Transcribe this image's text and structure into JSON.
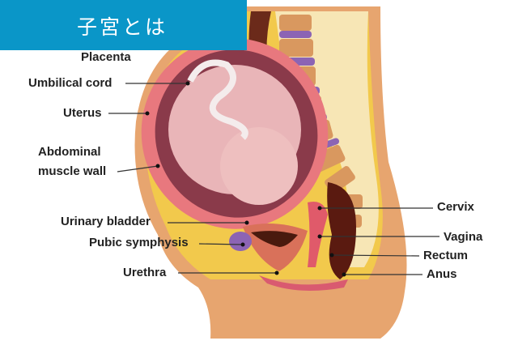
{
  "header": {
    "title": "子宮とは",
    "color": "#0a96c8"
  },
  "labels": {
    "placenta": "Placenta",
    "umbilical_cord": "Umbilical cord",
    "uterus": "Uterus",
    "abdominal_line1": "Abdominal",
    "abdominal_line2": "muscle wall",
    "urinary_bladder": "Urinary bladder",
    "pubic_symphysis": "Pubic symphysis",
    "urethra": "Urethra",
    "cervix": "Cervix",
    "vagina": "Vagina",
    "rectum": "Rectum",
    "anus": "Anus"
  }
}
